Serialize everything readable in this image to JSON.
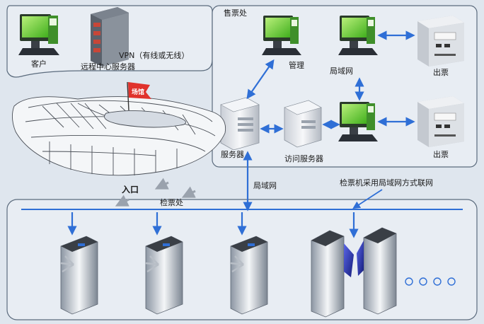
{
  "labels": {
    "client": "客户",
    "remote_server": "远程中心服务器",
    "vpn": "VPN（有线或无线）",
    "ticket_office": "售票处",
    "management": "管理",
    "lan_top": "局域网",
    "print_ticket_1": "出票",
    "print_ticket_2": "出票",
    "server": "服务器",
    "access_server": "访问服务器",
    "venue_flag": "场馆",
    "entrance": "入口",
    "checkpoint": "检票处",
    "lan_mid": "局域网",
    "gate_network_note": "检票机采用局域网方式联网"
  },
  "colors": {
    "background": "#dfe6ee",
    "panel": "#e8edf3",
    "panel_border": "#5b6b7d",
    "network_line": "#2f6fd6",
    "flag": "#e0322c",
    "monitor_screen": "#6fd23a",
    "gate_panel": "#1f2ea8"
  },
  "icons": [
    "computer-icon",
    "server-rack-icon",
    "printer-icon",
    "pc-tower-icon",
    "turnstile-icon",
    "flap-gate-icon",
    "stadium-icon",
    "flag-icon"
  ]
}
